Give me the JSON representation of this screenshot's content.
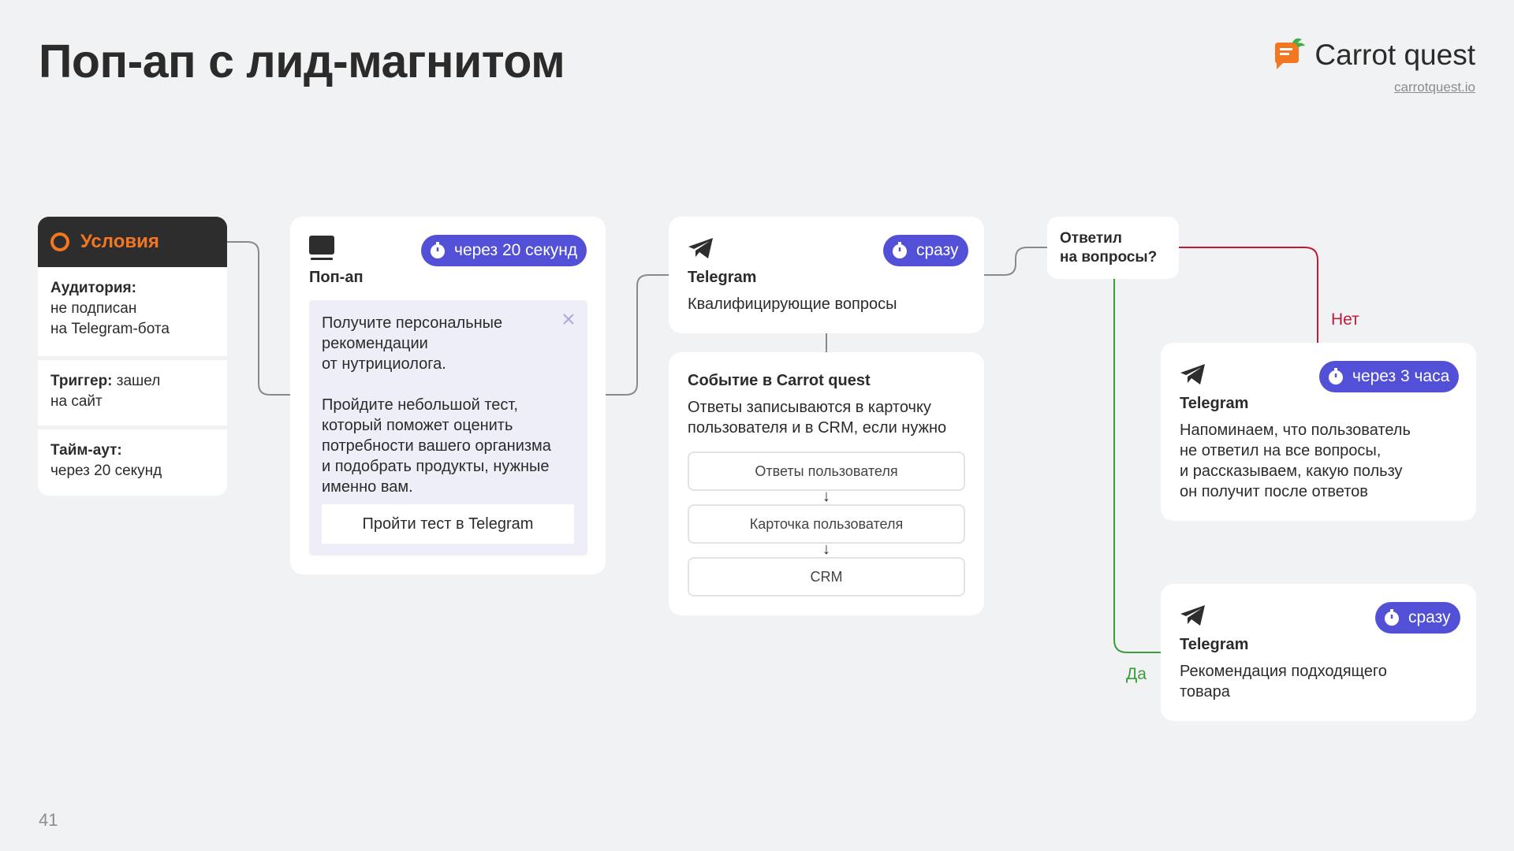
{
  "title": "Поп-ап с лид-магнитом",
  "brand": {
    "name": "Carrot quest",
    "site": "carrotquest.io"
  },
  "page_number": "41",
  "conditions": {
    "header": "Условия",
    "audience_label": "Аудитория:",
    "audience_value_1": "не подписан",
    "audience_value_2": "на Telegram-бота",
    "trigger_label": "Триггер:",
    "trigger_value_1": "зашел",
    "trigger_value_2": "на сайт",
    "timeout_label": "Тайм-аут:",
    "timeout_value": "через 20 секунд"
  },
  "popup": {
    "label": "Поп-ап",
    "badge": "через 20 секунд",
    "text_1": "Получите персональные",
    "text_2": "рекомендации",
    "text_3": "от нутрициолога.",
    "text_4": "Пройдите небольшой тест,",
    "text_5": "который поможет оценить",
    "text_6": "потребности вашего организма",
    "text_7": "и подобрать продукты, нужные",
    "text_8": "именно вам.",
    "button": "Пройти тест в Telegram"
  },
  "telegram_questions": {
    "label": "Telegram",
    "badge": "сразу",
    "text": "Квалифицирующие вопросы"
  },
  "event": {
    "label": "Событие в Carrot quest",
    "text_1": "Ответы записываются в карточку",
    "text_2": "пользователя и в CRM, если нужно",
    "steps": [
      "Ответы пользователя",
      "Карточка пользователя",
      "CRM"
    ]
  },
  "decision": {
    "line_1": "Ответил",
    "line_2": "на вопросы?"
  },
  "branch_no": {
    "label": "Нет",
    "node_label": "Telegram",
    "badge": "через 3 часа",
    "text_1": "Напоминаем, что пользователь",
    "text_2": "не ответил на все вопросы,",
    "text_3": "и рассказываем, какую пользу",
    "text_4": "он получит после ответов"
  },
  "branch_yes": {
    "label": "Да",
    "node_label": "Telegram",
    "badge": "сразу",
    "text_1": "Рекомендация подходящего",
    "text_2": "товара"
  },
  "colors": {
    "accent": "#5350d8",
    "orange": "#f37720",
    "no": "#c2183a",
    "yes": "#3a9d3a",
    "background": "#f1f2f4"
  }
}
